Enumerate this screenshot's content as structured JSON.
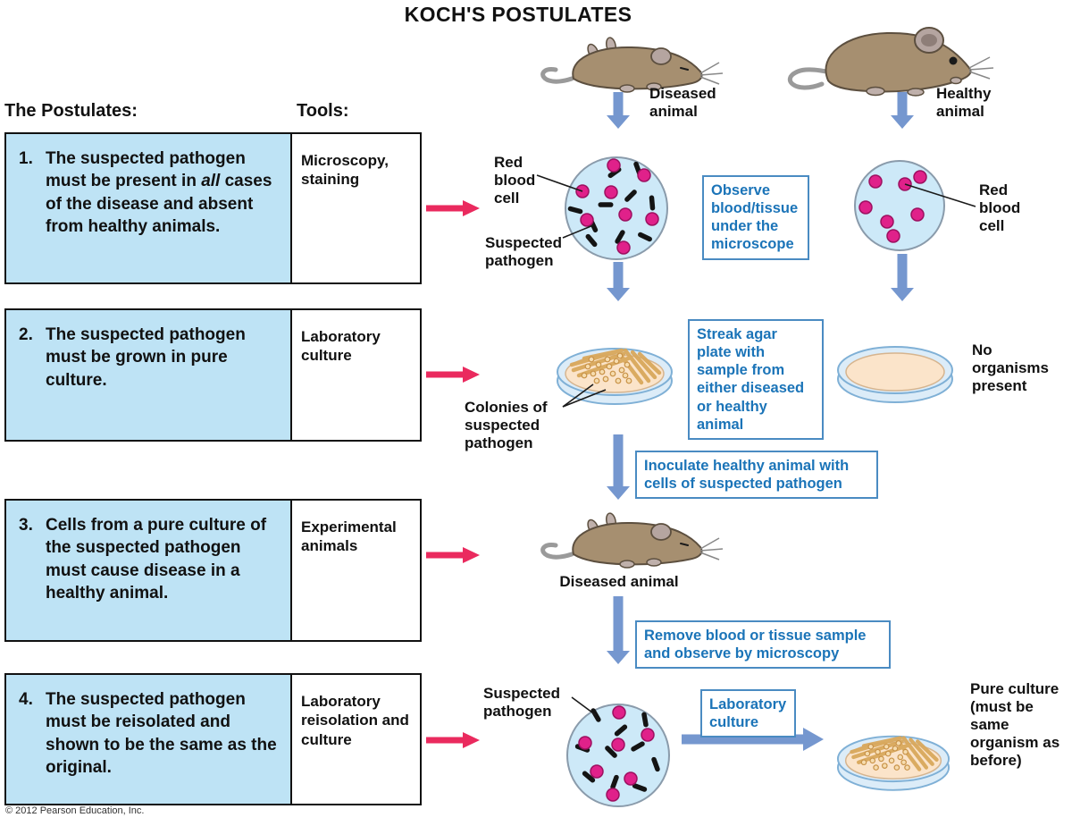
{
  "title": "KOCH'S POSTULATES",
  "copyright": "© 2012 Pearson Education, Inc.",
  "table": {
    "postulates_header": "The Postulates:",
    "tools_header": "Tools:",
    "rows": [
      {
        "num": "1.",
        "t1": "The suspected pathogen must be present in ",
        "em": "all",
        "t2": " cases of the disease and absent from healthy animals.",
        "tool": "Microscopy, staining"
      },
      {
        "num": "2.",
        "t1": "The suspected pathogen must be grown in pure culture.",
        "em": "",
        "t2": "",
        "tool": "Laboratory culture"
      },
      {
        "num": "3.",
        "t1": "Cells from a pure culture of the suspected pathogen must cause disease in a healthy animal.",
        "em": "",
        "t2": "",
        "tool": "Experimental animals"
      },
      {
        "num": "4.",
        "t1": "The suspected pathogen must be reisolated and shown to be the same as the original.",
        "em": "",
        "t2": "",
        "tool": "Laboratory reisolation and culture"
      }
    ]
  },
  "flow": {
    "labels": {
      "diseased_top": "Diseased animal",
      "healthy_top": "Healthy animal",
      "rbc_left": "Red blood cell",
      "suspected_pathogen_1": "Suspected pathogen",
      "rbc_right": "Red blood cell",
      "colonies": "Colonies of suspected pathogen",
      "no_organisms": "No organisms present",
      "diseased_mid": "Diseased animal",
      "suspected_pathogen_2": "Suspected pathogen",
      "pure_culture": "Pure culture (must be same organism as before)"
    },
    "boxes": {
      "observe": "Observe blood/tissue under the microscope",
      "streak": "Streak agar plate with sample from either diseased or healthy animal",
      "inoculate": "Inoculate healthy animal with cells of suspected pathogen",
      "remove": "Remove blood or tissue sample and observe by microscopy",
      "lab_culture": "Laboratory culture"
    }
  },
  "colors": {
    "postulate_fill": "#bee3f5",
    "box_border": "#4a8bc2",
    "box_text": "#1b74b8",
    "flow_arrow": "#7597cf",
    "red_arrow": "#ea2a5e",
    "microscope_fill": "#cde9f8",
    "rbc_dot": "#e0218a",
    "agar": "#fbe4ca",
    "dish_rim": "#dcecf8",
    "colony": "#d9a85c",
    "mouse_body": "#a68f70"
  }
}
